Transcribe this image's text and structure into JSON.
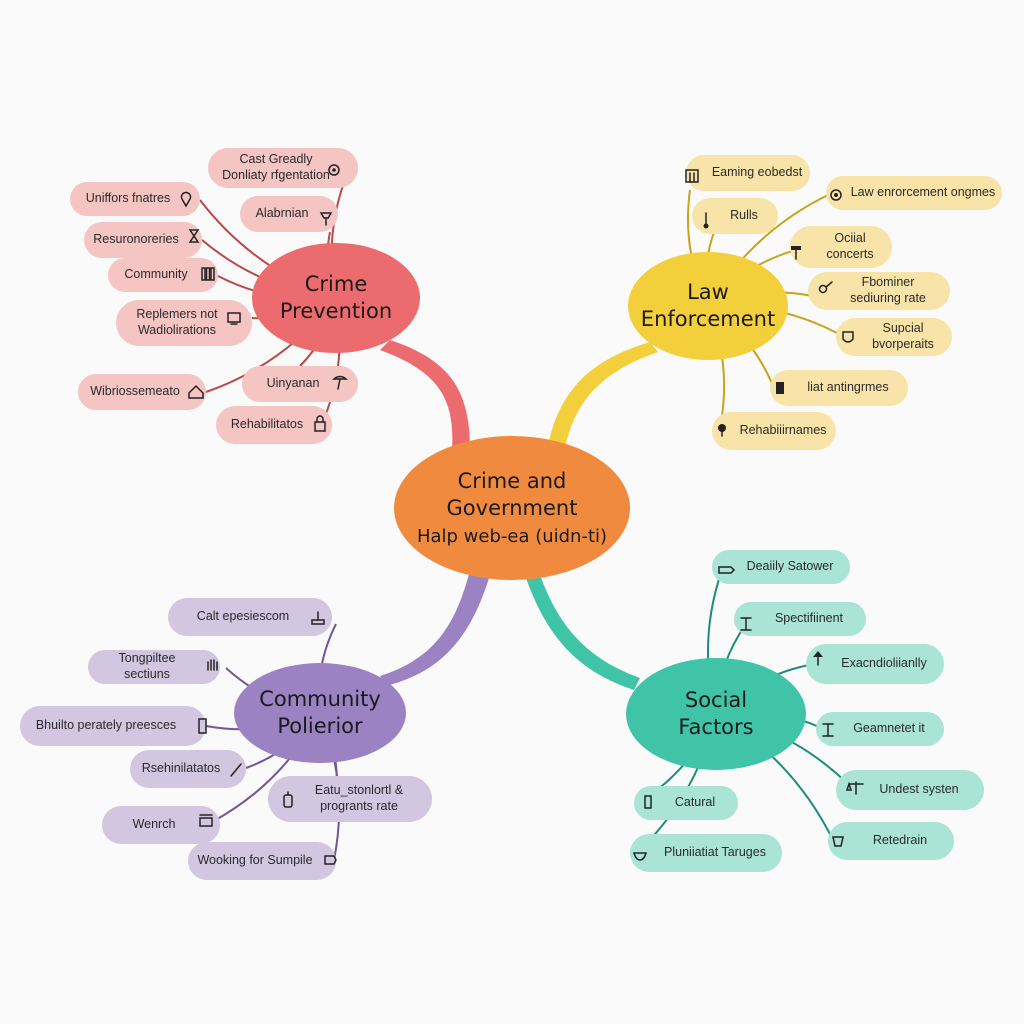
{
  "colors": {
    "background": "#fafafa",
    "center": "#f08a3e",
    "prevention": "#ec6b6e",
    "prevention_leaf": "#f4c5c2",
    "prevention_line": "#b94a4a",
    "enforcement": "#f4cf3c",
    "enforcement_leaf": "#f8e4a8",
    "enforcement_line": "#c9a31a",
    "community": "#9b82c2",
    "community_leaf": "#d2c6e1",
    "community_line": "#6f5697",
    "social": "#3fc4a8",
    "social_leaf": "#a9e4d5",
    "social_line": "#1e8d77"
  },
  "center": {
    "title": "Crime and\nGovernment",
    "subtitle": "Halp web-ea (uidn-ti)"
  },
  "branches": {
    "prevention": {
      "title": "Crime\nPrevention",
      "leaves": [
        {
          "text": "Cast Greadly\nDonliaty rfgentation",
          "icon": "gear-icon"
        },
        {
          "text": "Uniffors fnatres",
          "icon": "pin-icon"
        },
        {
          "text": "Alabrnian",
          "icon": "torch-icon"
        },
        {
          "text": "Resuronoreries",
          "icon": "hourglass-icon"
        },
        {
          "text": "Community",
          "icon": "books-icon"
        },
        {
          "text": "Replemers not\nWadiolirations",
          "icon": "screen-icon"
        },
        {
          "text": "Uinyanan",
          "icon": "lamp-icon"
        },
        {
          "text": "Wibriossemeato",
          "icon": "house-icon"
        },
        {
          "text": "Rehabilitatos",
          "icon": "lock-icon"
        }
      ]
    },
    "enforcement": {
      "title": "Law\nEnforcement",
      "leaves": [
        {
          "text": "Eaming eobedst",
          "icon": "building-icon"
        },
        {
          "text": "Rulls",
          "icon": "baton-icon"
        },
        {
          "text": "Law enrorcement ongmes",
          "icon": "badge-icon"
        },
        {
          "text": "Ociial\nconcerts",
          "icon": "gavel-icon"
        },
        {
          "text": "Fbominer\nsediuring rate",
          "icon": "handcuffs-icon"
        },
        {
          "text": "Supcial\nbvorperaits",
          "icon": "shield-icon"
        },
        {
          "text": "liat antingrmes",
          "icon": "id-card-icon"
        },
        {
          "text": "Rehabiiirnames",
          "icon": "whistle-icon"
        }
      ]
    },
    "community": {
      "title": "Community\nPolierior",
      "leaves": [
        {
          "text": "Calt epesiescom",
          "icon": "stamp-icon"
        },
        {
          "text": "Tongpiltee sectiuns",
          "icon": "hand-icon"
        },
        {
          "text": "Bhuilto perately preesces",
          "icon": "phone-icon"
        },
        {
          "text": "Rsehinilatatos",
          "icon": "pen-icon"
        },
        {
          "text": "Eatu_stonlortl &\nprogrants rate",
          "icon": "bottle-icon"
        },
        {
          "text": "Wenrch",
          "icon": "cart-icon"
        },
        {
          "text": "Wooking for Sumpile",
          "icon": "tag-icon"
        }
      ]
    },
    "social": {
      "title": "Social\nFactors",
      "leaves": [
        {
          "text": "Deaiily Satower",
          "icon": "signpost-icon"
        },
        {
          "text": "Spectifiinent",
          "icon": "pillar-icon"
        },
        {
          "text": "Exacndioliianlly",
          "icon": "arrow-up-icon"
        },
        {
          "text": "Geamnetet it",
          "icon": "pillar-icon"
        },
        {
          "text": "Undest systen",
          "icon": "scale-icon"
        },
        {
          "text": "Catural",
          "icon": "column-icon"
        },
        {
          "text": "Retedrain",
          "icon": "cup-icon"
        },
        {
          "text": "Pluniiatiat Taruges",
          "icon": "mortar-icon"
        }
      ]
    }
  }
}
